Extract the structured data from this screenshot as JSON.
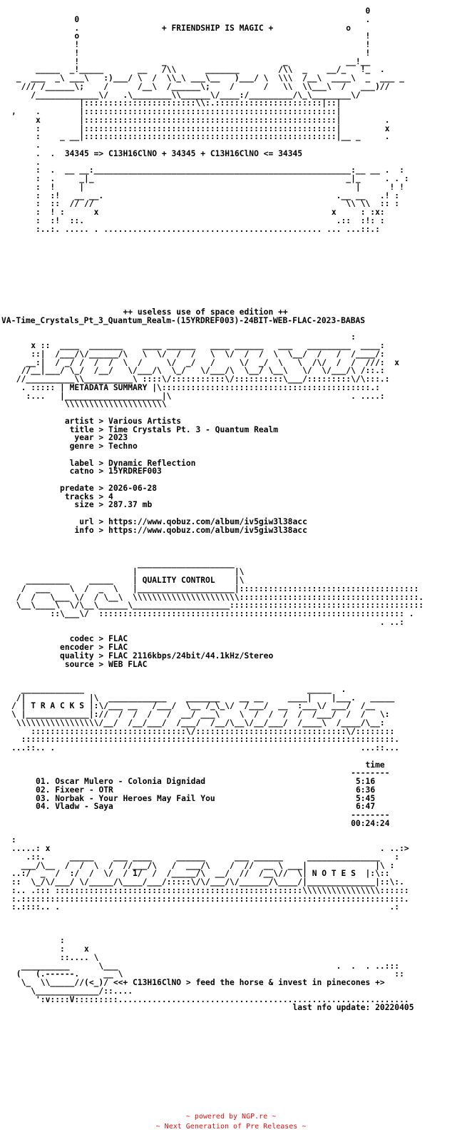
{
  "header": {
    "slogan": "+ FRIENDSHIP IS MAGIC +",
    "formula": "34345 => C13H16ClNO + 34345 + C13H16ClNO <= 34345"
  },
  "release": {
    "edition": "++ useless use of space edition ++",
    "dirname": "VA-Time_Crystals_Pt_3_Quantum_Realm-(15YRDREF003)-24BIT-WEB-FLAC-2023-BABAS"
  },
  "metadata": {
    "section_title": "METADATA SUMMARY",
    "artist": "Various Artists",
    "title": "Time Crystals Pt. 3 - Quantum Realm",
    "year": "2023",
    "genre": "Techno",
    "label": "Dynamic Reflection",
    "catno": "15YRDREF003",
    "predate": "2026-06-28",
    "tracks": "4",
    "size": "287.37 mb",
    "url": "https://www.qobuz.com/album/iv5giw3l38acc",
    "info": "https://www.qobuz.com/album/iv5giw3l38acc"
  },
  "quality_control": {
    "section_title": "QUALITY CONTROL",
    "codec": "FLAC",
    "encoder": "FLAC",
    "quality": "FLAC 2116kbps/24bit/44.1kHz/Stereo",
    "source": "WEB FLAC"
  },
  "tracks": {
    "section_title": "T R A C K S",
    "time_header": "time",
    "items": [
      {
        "num": "01.",
        "name": "Oscar Mulero - Colonia Dignidad",
        "time": "5:16"
      },
      {
        "num": "02.",
        "name": "Fixeer - OTR",
        "time": "6:36"
      },
      {
        "num": "03.",
        "name": "Norbak - Your Heroes May Fail You",
        "time": "5:45"
      },
      {
        "num": "04.",
        "name": "Vladw - Saya",
        "time": "6:47"
      }
    ],
    "total": "00:24:24"
  },
  "notes": {
    "section_title": "N O T E S",
    "tagline": "<<+ C13H16ClNO > feed the horse & invest in pinecones +>",
    "last_update": "last nfo update: 20220405"
  },
  "footer": {
    "line1": "~ powered by NGP.re ~",
    "line2": "~ Next Generation of Pre Releases ~"
  }
}
